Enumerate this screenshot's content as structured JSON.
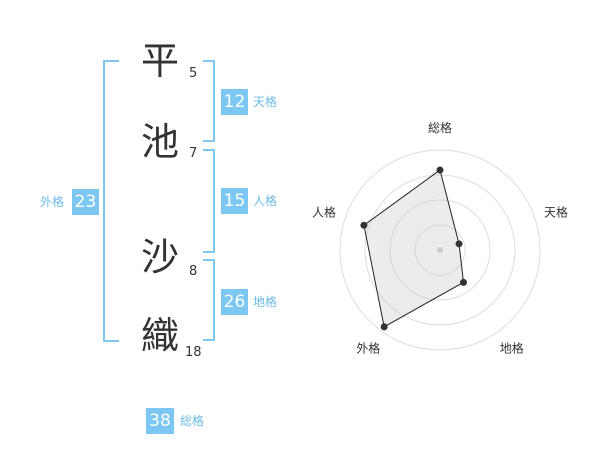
{
  "name_chars": [
    {
      "char": "平",
      "strokes": "5"
    },
    {
      "char": "池",
      "strokes": "7"
    },
    {
      "char": "沙",
      "strokes": "8"
    },
    {
      "char": "織",
      "strokes": "18"
    }
  ],
  "fortunes": {
    "tenkaku": {
      "value": "12",
      "label": "天格"
    },
    "jinkaku": {
      "value": "15",
      "label": "人格"
    },
    "chikaku": {
      "value": "26",
      "label": "地格"
    },
    "gaikaku": {
      "value": "23",
      "label": "外格"
    },
    "soukaku": {
      "value": "38",
      "label": "総格"
    }
  },
  "colors": {
    "accent": "#7cc8f2",
    "bracket": "#7ec8f0",
    "text": "#333333"
  },
  "chart_data": {
    "type": "radar",
    "axes": [
      "総格",
      "天格",
      "地格",
      "外格",
      "人格"
    ],
    "values": [
      0.8,
      0.2,
      0.4,
      0.95,
      0.8
    ],
    "rings": 4,
    "range": [
      0,
      1
    ]
  }
}
